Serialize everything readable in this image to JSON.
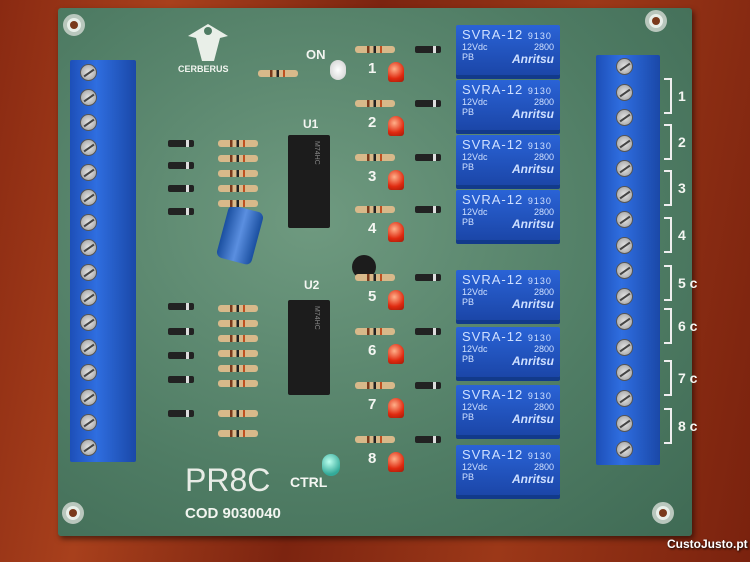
{
  "board": {
    "logo_text": "CERBERUS",
    "model": "PR8C",
    "code": "COD 9030040",
    "ctrl_label": "CTRL",
    "on_label": "ON",
    "ic_labels": [
      "U1",
      "U2"
    ]
  },
  "leds": [
    "1",
    "2",
    "3",
    "4",
    "5",
    "6",
    "7",
    "8"
  ],
  "relay": {
    "model": "SVRA-12",
    "code": "9130",
    "voltage": "12Vdc",
    "batch": "2800",
    "mark": "PB",
    "brand": "Anritsu",
    "count": 8
  },
  "terminal_labels": [
    "1",
    "2",
    "3",
    "4",
    "5 c",
    "6 c",
    "7 c",
    "8 c"
  ],
  "watermark": "CustoJusto.pt",
  "colors": {
    "board": "#4f7c64",
    "terminal": "#2f6ee0",
    "relay": "#2a63d6",
    "wood": "#8a2a12"
  }
}
